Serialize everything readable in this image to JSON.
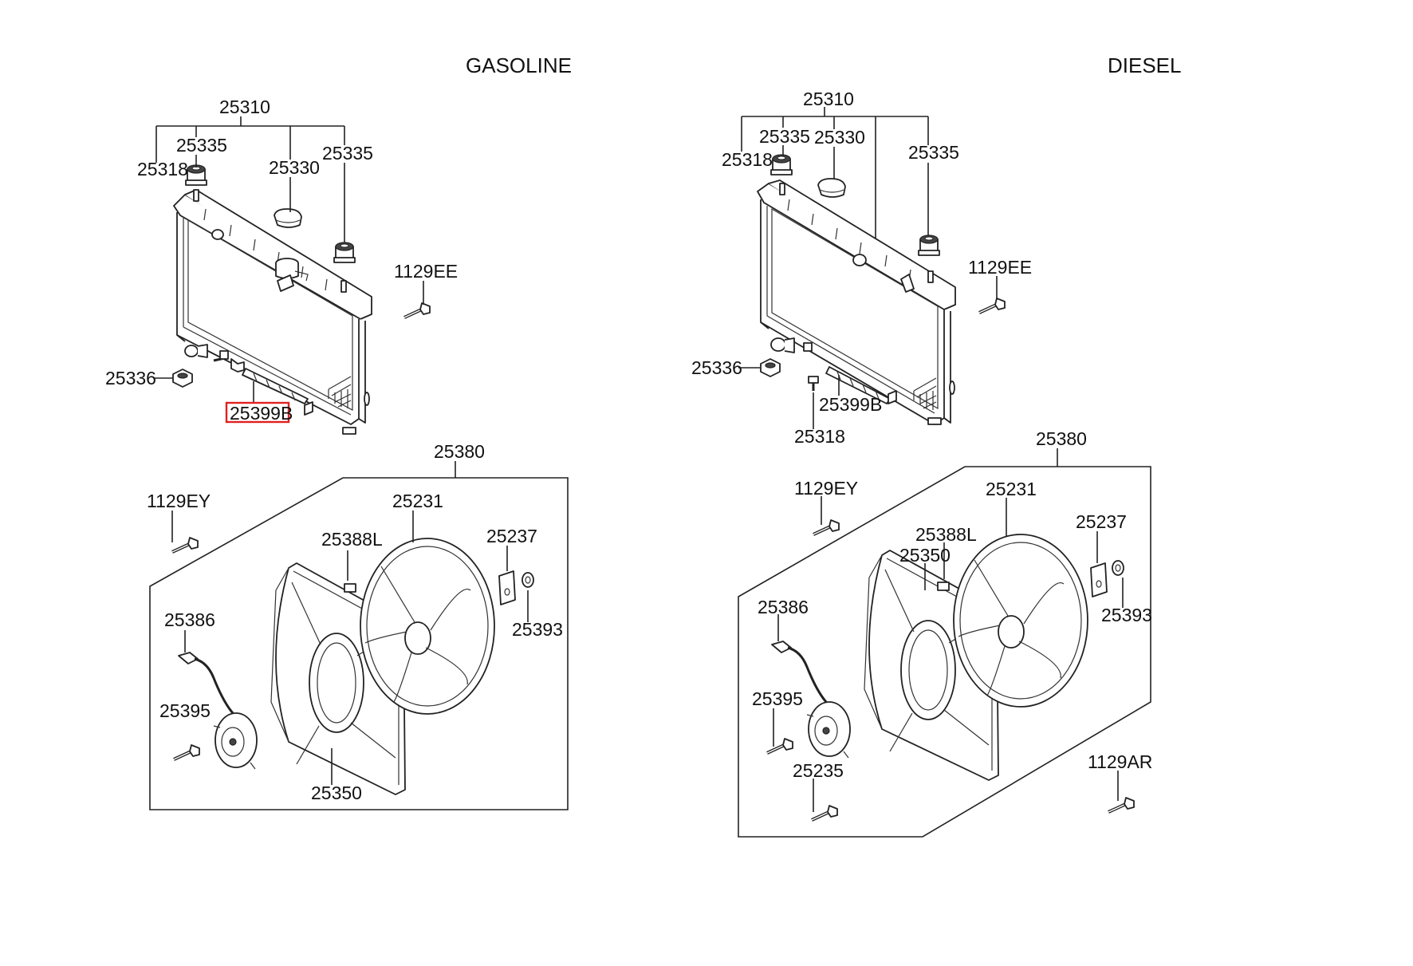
{
  "gasoline": {
    "title": "GASOLINE",
    "labels": {
      "p25310": "25310",
      "p25335a": "25335",
      "p25318": "25318",
      "p25330": "25330",
      "p25335b": "25335",
      "p1129ee": "1129EE",
      "p25336": "25336",
      "p25399b": "25399B",
      "p25380": "25380",
      "p1129ey": "1129EY",
      "p25231": "25231",
      "p25388l": "25388L",
      "p25237": "25237",
      "p25393": "25393",
      "p25386": "25386",
      "p25395": "25395",
      "p25350": "25350"
    }
  },
  "diesel": {
    "title": "DIESEL",
    "labels": {
      "p25310": "25310",
      "p25335a": "25335",
      "p25330": "25330",
      "p25318a": "25318",
      "p25335b": "25335",
      "p1129ee": "1129EE",
      "p25336": "25336",
      "p25399b": "25399B",
      "p25318b": "25318",
      "p25380": "25380",
      "p1129ey": "1129EY",
      "p25231": "25231",
      "p25388l": "25388L",
      "p25350": "25350",
      "p25237": "25237",
      "p25393": "25393",
      "p25386": "25386",
      "p25395": "25395",
      "p25235": "25235",
      "p1129ar": "1129AR"
    }
  },
  "highlight": {
    "part": "25399B",
    "color": "#e02020"
  }
}
